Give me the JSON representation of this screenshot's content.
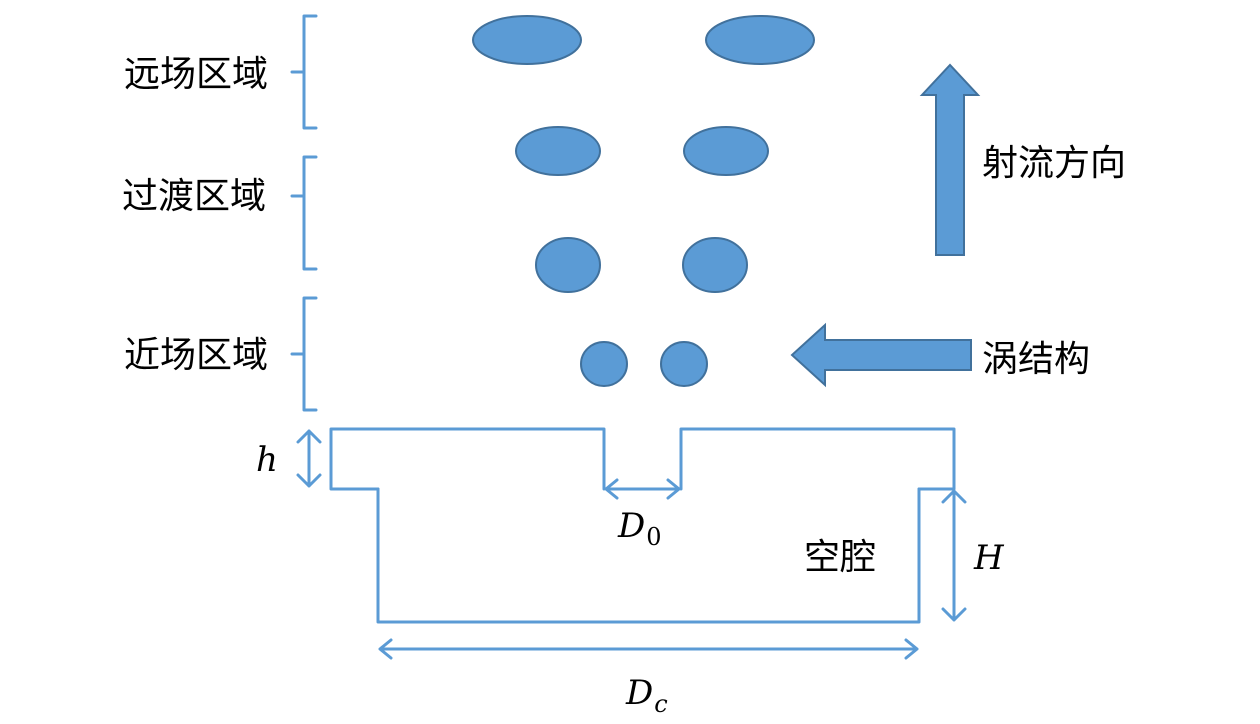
{
  "regions": {
    "far": "远场区域",
    "transition": "过渡区域",
    "near": "近场区域"
  },
  "arrows": {
    "jet_direction": "射流方向",
    "vortex_structure": "涡结构"
  },
  "dimensions": {
    "h": "h",
    "d0_main": "D",
    "d0_sub": "0",
    "cavity": "空腔",
    "H": "H",
    "dc_main": "D",
    "dc_sub": "c"
  },
  "colors": {
    "fill": "#5b9bd5",
    "fill_stroke": "#41719c",
    "outline": "#5b9bd5",
    "text": "#000000"
  },
  "icons": {
    "up_arrow": "arrow-up-icon",
    "left_arrow": "arrow-left-icon"
  }
}
